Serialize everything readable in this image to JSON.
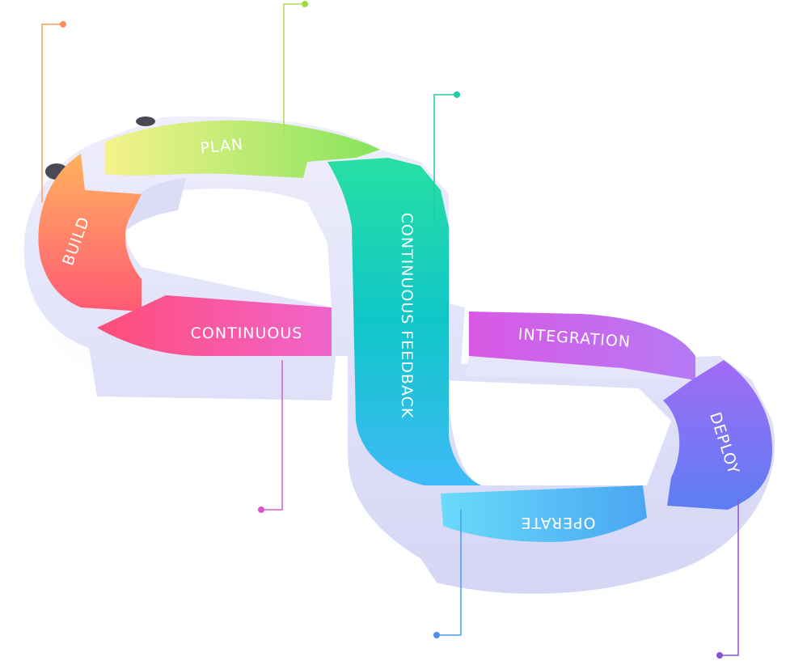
{
  "diagram": {
    "type": "devops-infinity-loop",
    "segments": [
      {
        "id": "plan",
        "label": "PLAN",
        "color_start": "#f3ef86",
        "color_end": "#8ee85e"
      },
      {
        "id": "build",
        "label": "BUILD",
        "color_start": "#ffab62",
        "color_end": "#ff5f72"
      },
      {
        "id": "continuous",
        "label": "CONTINUOUS",
        "color_start": "#ff4f86",
        "color_end": "#f060c9"
      },
      {
        "id": "continuous-feedback",
        "label": "CONTINUOUS FEEDBACK",
        "color_start": "#27e2a0",
        "color_end": "#3fb6ff"
      },
      {
        "id": "integration",
        "label": "INTEGRATION",
        "color_start": "#d75be6",
        "color_end": "#b877f4"
      },
      {
        "id": "deploy",
        "label": "DEPLOY",
        "color_start": "#9e6cf6",
        "color_end": "#6379f2"
      },
      {
        "id": "operate",
        "label": "OPERATE",
        "color_start": "#4fb6f4",
        "color_end": "#6ad9fb"
      }
    ],
    "callout_colors": {
      "build": "#ff8c5a",
      "plan": "#9fdc40",
      "feedback": "#1fc9a6",
      "continuous": "#e04fd0",
      "operate": "#4b8fe8",
      "deploy": "#8a4fd8"
    },
    "base_color": "#e4e4fb"
  }
}
